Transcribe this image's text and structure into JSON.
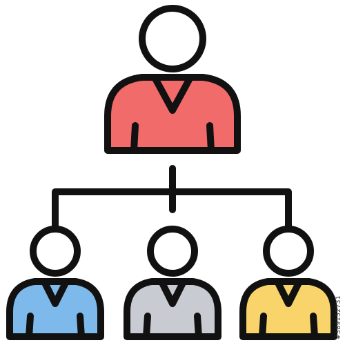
{
  "icon": {
    "name": "organization-hierarchy-icon",
    "stroke_color": "#000000",
    "outline": "#111111"
  },
  "people": [
    {
      "name": "top-person-icon",
      "role": "manager",
      "shirt_color": "#F26B6B"
    },
    {
      "name": "left-person-icon",
      "role": "subordinate",
      "shirt_color": "#7DB9EA"
    },
    {
      "name": "middle-person-icon",
      "role": "subordinate",
      "shirt_color": "#C8CCD2"
    },
    {
      "name": "right-person-icon",
      "role": "subordinate",
      "shirt_color": "#F8D46A"
    }
  ],
  "watermark": {
    "id_text": "#389152731"
  }
}
